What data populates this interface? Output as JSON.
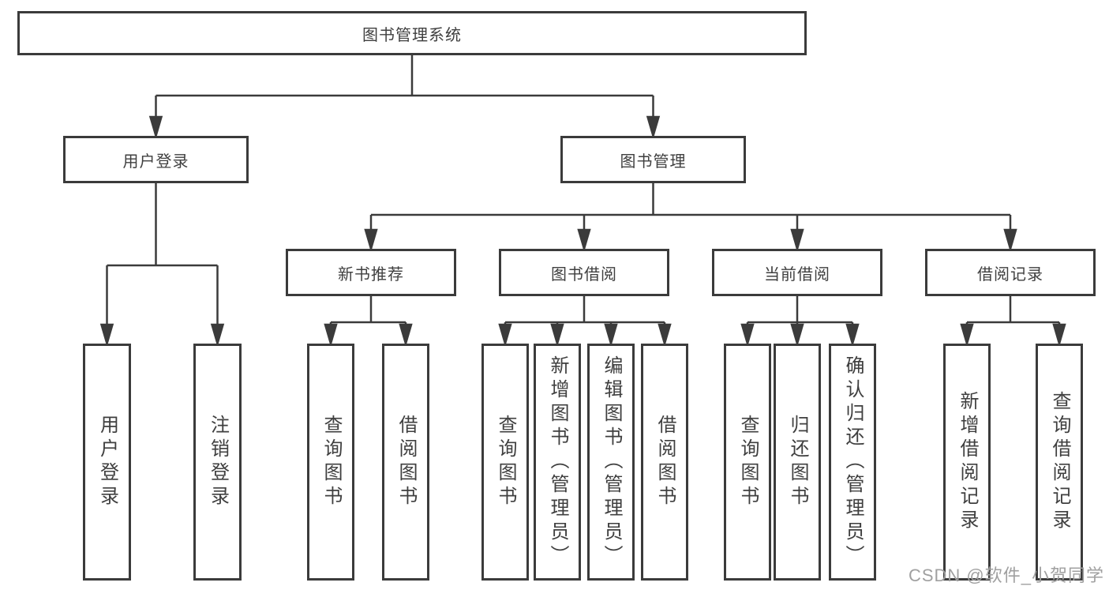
{
  "tree": {
    "label": "图书管理系统",
    "children": [
      {
        "label": "用户登录",
        "children": [
          {
            "label": "用户登录"
          },
          {
            "label": "注销登录"
          }
        ]
      },
      {
        "label": "图书管理",
        "children": [
          {
            "label": "新书推荐",
            "children": [
              {
                "label": "查询图书"
              },
              {
                "label": "借阅图书"
              }
            ]
          },
          {
            "label": "图书借阅",
            "children": [
              {
                "label": "查询图书"
              },
              {
                "label": "新增图书（管理员）"
              },
              {
                "label": "编辑图书（管理员）"
              },
              {
                "label": "借阅图书"
              }
            ]
          },
          {
            "label": "当前借阅",
            "children": [
              {
                "label": "查询图书"
              },
              {
                "label": "归还图书"
              },
              {
                "label": "确认归还（管理员）"
              }
            ]
          },
          {
            "label": "借阅记录",
            "children": [
              {
                "label": "新增借阅记录"
              },
              {
                "label": "查询借阅记录"
              }
            ]
          }
        ]
      }
    ]
  },
  "watermark": {
    "text": "CSDN @软件_小贺同学",
    "color": "#a0a0a0"
  },
  "colors": {
    "line": "#3b3b3b",
    "box_border": "#3b3b3b",
    "box_fill": "#ffffff",
    "text": "#3f3f3f"
  }
}
